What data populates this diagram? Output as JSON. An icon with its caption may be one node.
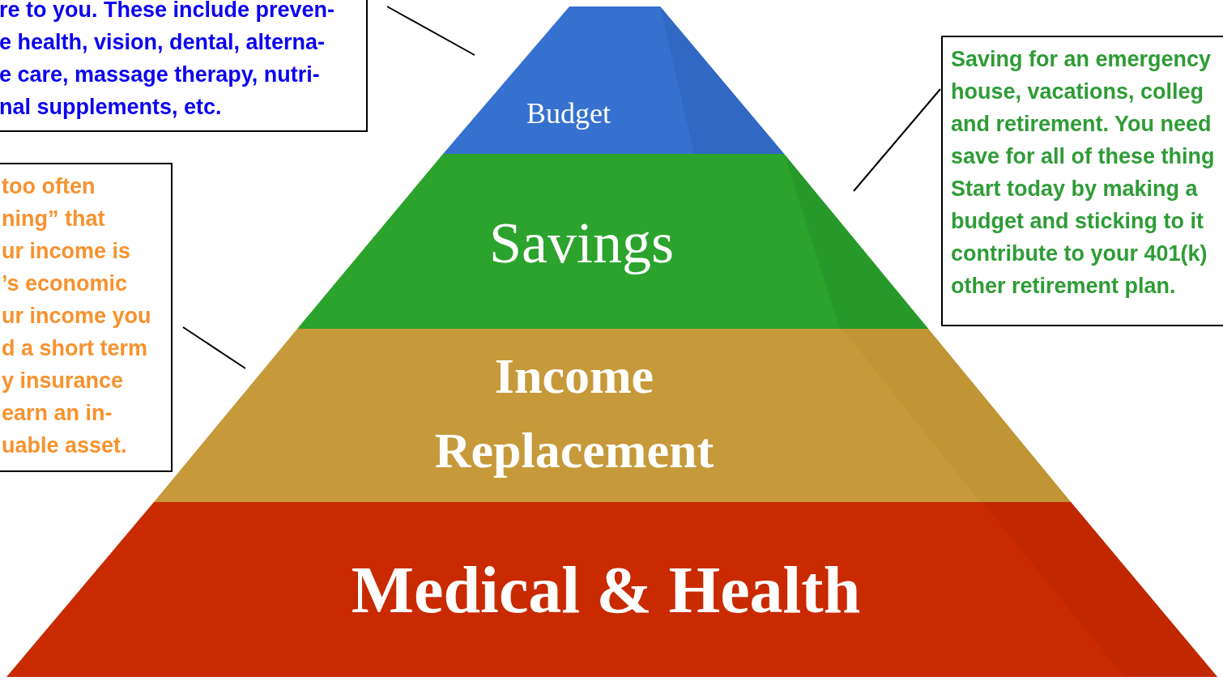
{
  "diagram": {
    "nodes": [
      {
        "text": [
          "Budget"
        ]
      },
      {
        "text": [
          "Savings"
        ]
      },
      {
        "text": [
          "Income Replacement"
        ]
      },
      {
        "text": [
          "Medical & Health"
        ]
      },
      {
        "text": [
          "re to you. These include preven-",
          "e health, vision, dental, alterna-",
          "e care, massage therapy,  nutri-",
          "nal supplements, etc."
        ]
      },
      {
        "text": [
          "too often",
          "ning” that",
          "ur income is",
          "’s economic",
          "ur income you",
          "d a short term",
          "y insurance",
          "earn an in-",
          "uable asset."
        ]
      },
      {
        "text": [
          "Saving for an emergency",
          "house, vacations, colleg",
          "and retirement. You need",
          "save for all of these thing",
          "Start today by making a",
          "budget and sticking to it",
          "contribute to your 401(k)",
          "other  retirement plan."
        ]
      }
    ],
    "edges": [
      {
        "from": 4,
        "to": null,
        "arrow": "none"
      },
      {
        "from": 5,
        "to": 2,
        "arrow": "none"
      },
      {
        "from": 6,
        "to": null,
        "arrow": "none"
      }
    ]
  }
}
